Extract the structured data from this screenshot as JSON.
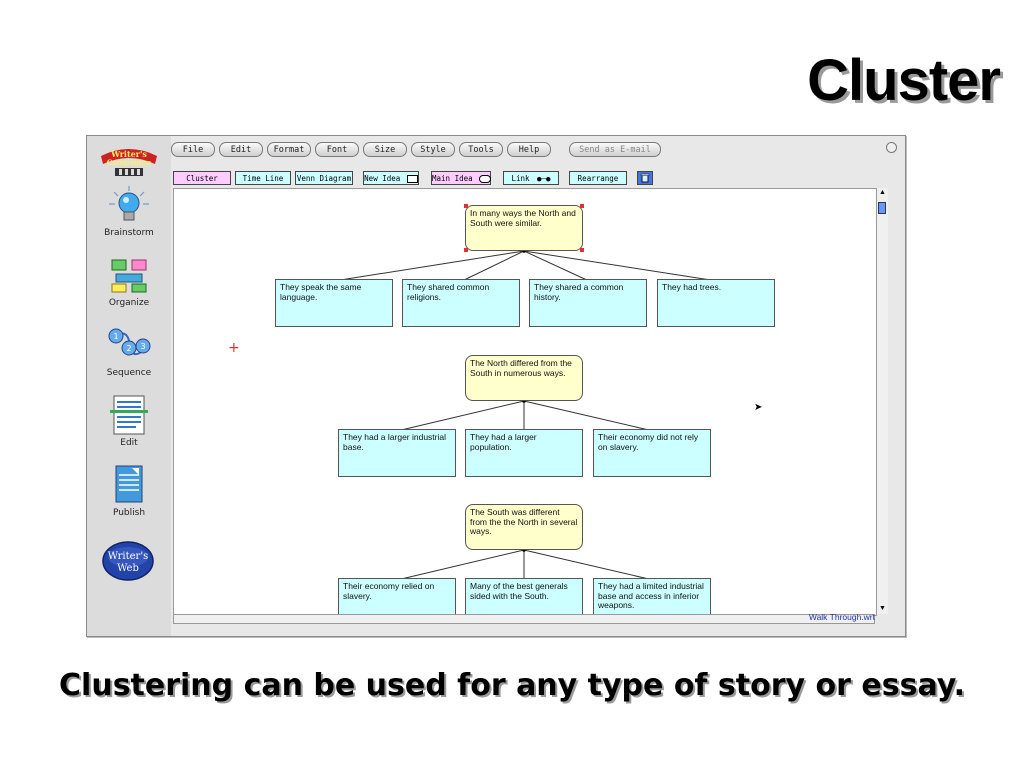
{
  "slide": {
    "title": "Cluster",
    "caption": "Clustering can be used for any type of story or essay."
  },
  "sidebar": {
    "logo": "Writer's Companion",
    "items": [
      {
        "label": "Brainstorm",
        "icon": "lightbulb-icon"
      },
      {
        "label": "Organize",
        "icon": "organize-icon"
      },
      {
        "label": "Sequence",
        "icon": "sequence-icon"
      },
      {
        "label": "Edit",
        "icon": "edit-icon"
      },
      {
        "label": "Publish",
        "icon": "publish-icon"
      }
    ],
    "web_button": {
      "label_line1": "Writer's",
      "label_line2": "Web"
    }
  },
  "menubar": {
    "items": [
      "File",
      "Edit",
      "Format",
      "Font",
      "Size",
      "Style",
      "Tools",
      "Help"
    ],
    "send_email": "Send as E-mail"
  },
  "toolbar": {
    "items": [
      "Cluster",
      "Time Line",
      "Venn Diagram",
      "New Idea",
      "Main Idea",
      "Link",
      "Rearrange"
    ],
    "trash_icon": "trash-icon"
  },
  "clusters": [
    {
      "main": "In many ways the North and South were similar.",
      "subs": [
        "They speak the same language.",
        "They shared common religions.",
        "They shared a common history.",
        "They had trees."
      ]
    },
    {
      "main": "The North differed from the South  in numerous ways.",
      "subs": [
        "They had a larger industrial base.",
        "They had a larger population.",
        "Their economy did not rely on slavery."
      ]
    },
    {
      "main": "The South was different from the the North in several ways.",
      "subs": [
        "Their economy relied on slavery.",
        "Many of the best generals sided with the South.",
        "They had a limited industrial base and access in inferior weapons."
      ]
    }
  ],
  "status": {
    "filename": "Walk Through.wrt"
  },
  "colors": {
    "main_node": "#ffffcc",
    "sub_node": "#ccffff",
    "selection_handle": "#e03030",
    "toolbar_active": "#ffccff"
  }
}
